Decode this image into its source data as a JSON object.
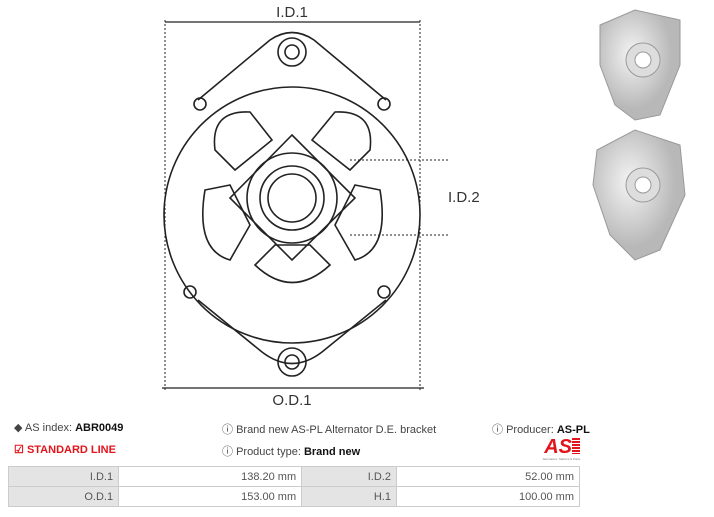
{
  "drawing": {
    "dim_id1": "I.D.1",
    "dim_id2": "I.D.2",
    "dim_od1": "O.D.1"
  },
  "info": {
    "as_index_label": "AS index:",
    "as_index_value": "ABR0049",
    "line_label": "STANDARD LINE",
    "description": "Brand new AS-PL Alternator D.E. bracket",
    "product_type_label": "Product type:",
    "product_type_value": "Brand new",
    "producer_label": "Producer:",
    "producer_value": "AS-PL",
    "logo_text": "AS",
    "logo_tagline": "Alternators, Starters & Parts"
  },
  "colors": {
    "accent": "#e2141c"
  },
  "icons": {
    "as_index": "tags-icon",
    "line": "check-square-icon",
    "info": "info-circle-icon"
  },
  "specs": {
    "rows": [
      [
        {
          "label": "I.D.1",
          "value": "138.20 mm"
        },
        {
          "label": "I.D.2",
          "value": "52.00 mm"
        }
      ],
      [
        {
          "label": "O.D.1",
          "value": "153.00 mm"
        },
        {
          "label": "H.1",
          "value": "100.00 mm"
        }
      ]
    ]
  }
}
